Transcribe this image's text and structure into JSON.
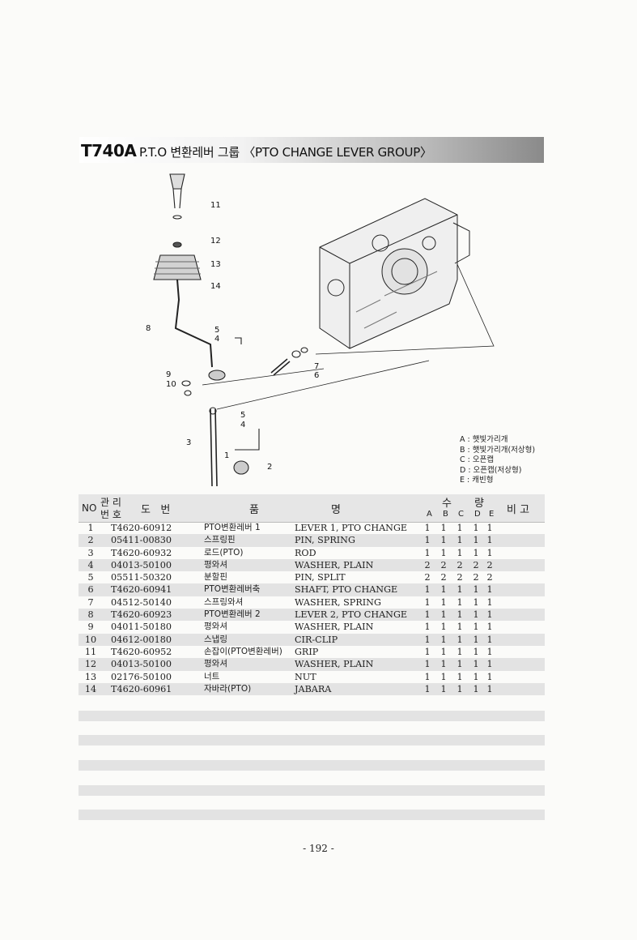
{
  "header": {
    "model": "T740A",
    "title": "P.T.O 변환레버 그룹 〈PTO CHANGE LEVER GROUP〉"
  },
  "diagram": {
    "callouts": [
      "11",
      "12",
      "13",
      "14",
      "8",
      "5",
      "4",
      "9",
      "10",
      "7",
      "6",
      "5",
      "4",
      "3",
      "1",
      "2"
    ]
  },
  "legend": [
    "A : 햇빛가리개",
    "B : 햇빛가리개(저상형)",
    "C : 오픈캡",
    "D : 오픈캡(저상형)",
    "E : 캐빈형"
  ],
  "table": {
    "headers": {
      "no": "NO",
      "mgmt_top": "관 리",
      "mgmt_bottom": "번 호",
      "drawing": "도   번",
      "name_a": "품",
      "name_b": "명",
      "qty_a": "수",
      "qty_b": "량",
      "qty_cols": [
        "A",
        "B",
        "C",
        "D",
        "E"
      ],
      "remark": "비 고"
    },
    "rows": [
      {
        "no": "1",
        "code": "T4620-60912",
        "kr": "PTO변환레버 1",
        "en": "LEVER 1, PTO CHANGE",
        "qty": [
          "1",
          "1",
          "1",
          "1",
          "1"
        ]
      },
      {
        "no": "2",
        "code": "05411-00830",
        "kr": "스프링핀",
        "en": "PIN, SPRING",
        "qty": [
          "1",
          "1",
          "1",
          "1",
          "1"
        ]
      },
      {
        "no": "3",
        "code": "T4620-60932",
        "kr": "로드(PTO)",
        "en": "ROD",
        "qty": [
          "1",
          "1",
          "1",
          "1",
          "1"
        ]
      },
      {
        "no": "4",
        "code": "04013-50100",
        "kr": "평와셔",
        "en": "WASHER, PLAIN",
        "qty": [
          "2",
          "2",
          "2",
          "2",
          "2"
        ]
      },
      {
        "no": "5",
        "code": "05511-50320",
        "kr": "분할핀",
        "en": "PIN, SPLIT",
        "qty": [
          "2",
          "2",
          "2",
          "2",
          "2"
        ]
      },
      {
        "no": "6",
        "code": "T4620-60941",
        "kr": "PTO변환레버축",
        "en": "SHAFT, PTO CHANGE",
        "qty": [
          "1",
          "1",
          "1",
          "1",
          "1"
        ]
      },
      {
        "no": "7",
        "code": "04512-50140",
        "kr": "스프링와셔",
        "en": "WASHER, SPRING",
        "qty": [
          "1",
          "1",
          "1",
          "1",
          "1"
        ]
      },
      {
        "no": "8",
        "code": "T4620-60923",
        "kr": "PTO변환레버 2",
        "en": "LEVER 2, PTO CHANGE",
        "qty": [
          "1",
          "1",
          "1",
          "1",
          "1"
        ]
      },
      {
        "no": "9",
        "code": "04011-50180",
        "kr": "평와셔",
        "en": "WASHER, PLAIN",
        "qty": [
          "1",
          "1",
          "1",
          "1",
          "1"
        ]
      },
      {
        "no": "10",
        "code": "04612-00180",
        "kr": "스냅링",
        "en": "CIR-CLIP",
        "qty": [
          "1",
          "1",
          "1",
          "1",
          "1"
        ]
      },
      {
        "no": "11",
        "code": "T4620-60952",
        "kr": "손잡이(PTO변환레버)",
        "en": "GRIP",
        "qty": [
          "1",
          "1",
          "1",
          "1",
          "1"
        ]
      },
      {
        "no": "12",
        "code": "04013-50100",
        "kr": "평와셔",
        "en": "WASHER, PLAIN",
        "qty": [
          "1",
          "1",
          "1",
          "1",
          "1"
        ]
      },
      {
        "no": "13",
        "code": "02176-50100",
        "kr": "너트",
        "en": "NUT",
        "qty": [
          "1",
          "1",
          "1",
          "1",
          "1"
        ]
      },
      {
        "no": "14",
        "code": "T4620-60961",
        "kr": "자바라(PTO)",
        "en": "JABARA",
        "qty": [
          "1",
          "1",
          "1",
          "1",
          "1"
        ]
      }
    ]
  },
  "page_number": "- 192 -"
}
